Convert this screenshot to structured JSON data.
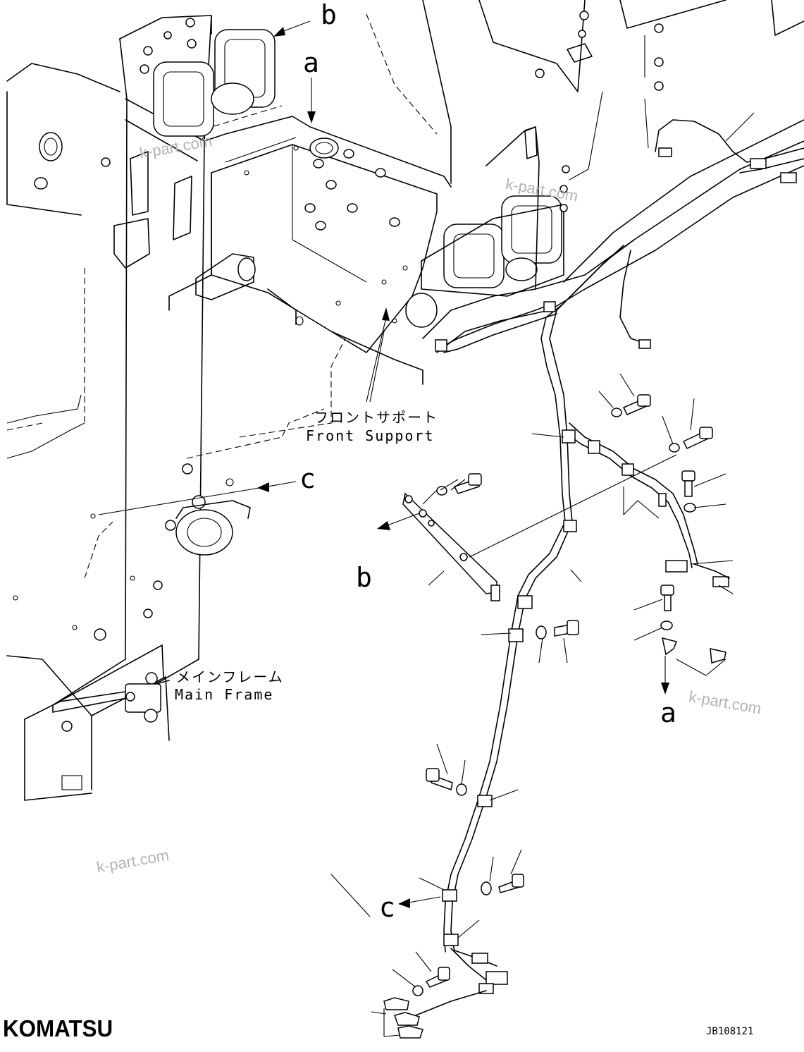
{
  "callouts": {
    "b_top": "b",
    "a_top": "a",
    "c_mid": "c",
    "b_left": "b",
    "a_right": "a",
    "c_bottom": "c"
  },
  "labels": {
    "front_support_jp": "フロントサポート",
    "front_support_en": "Front Support",
    "main_frame_jp": "メインフレーム",
    "main_frame_en": "Main Frame"
  },
  "watermarks": [
    "k-part.com",
    "k-part.com",
    "k-part.com",
    "k-part.com"
  ],
  "brand": "KOMATSU",
  "drawing_code": "JB108121"
}
